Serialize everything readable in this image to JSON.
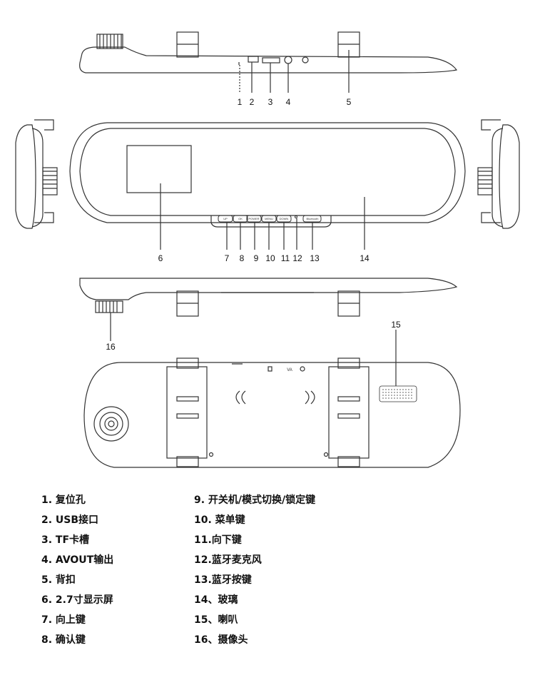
{
  "callouts": [
    "1",
    "2",
    "3",
    "4",
    "5",
    "6",
    "7",
    "8",
    "9",
    "10",
    "11",
    "12",
    "13",
    "14",
    "15",
    "16"
  ],
  "button_labels": {
    "up": "UP",
    "ok": "OK",
    "power": "POWER",
    "menu": "MENU",
    "down": "DOWN",
    "bluetooth": "Bluetooth"
  },
  "port_labels": {
    "av": "VA"
  },
  "legend": [
    {
      "text": "1. 复位孔"
    },
    {
      "text": "2. USB接口"
    },
    {
      "text": "3. TF卡槽"
    },
    {
      "text": "4. AVOUT输出"
    },
    {
      "text": "5. 背扣"
    },
    {
      "text": "6. 2.7寸显示屏"
    },
    {
      "text": "7. 向上键"
    },
    {
      "text": "8. 确认键"
    },
    {
      "text": "9. 开关机/模式切换/锁定键"
    },
    {
      "text": "10. 菜单键"
    },
    {
      "text": "11.向下键"
    },
    {
      "text": "12.蓝牙麦克风"
    },
    {
      "text": "13.蓝牙按键"
    },
    {
      "text": "14、玻璃"
    },
    {
      "text": "15、喇叭"
    },
    {
      "text": "16、摄像头"
    }
  ]
}
